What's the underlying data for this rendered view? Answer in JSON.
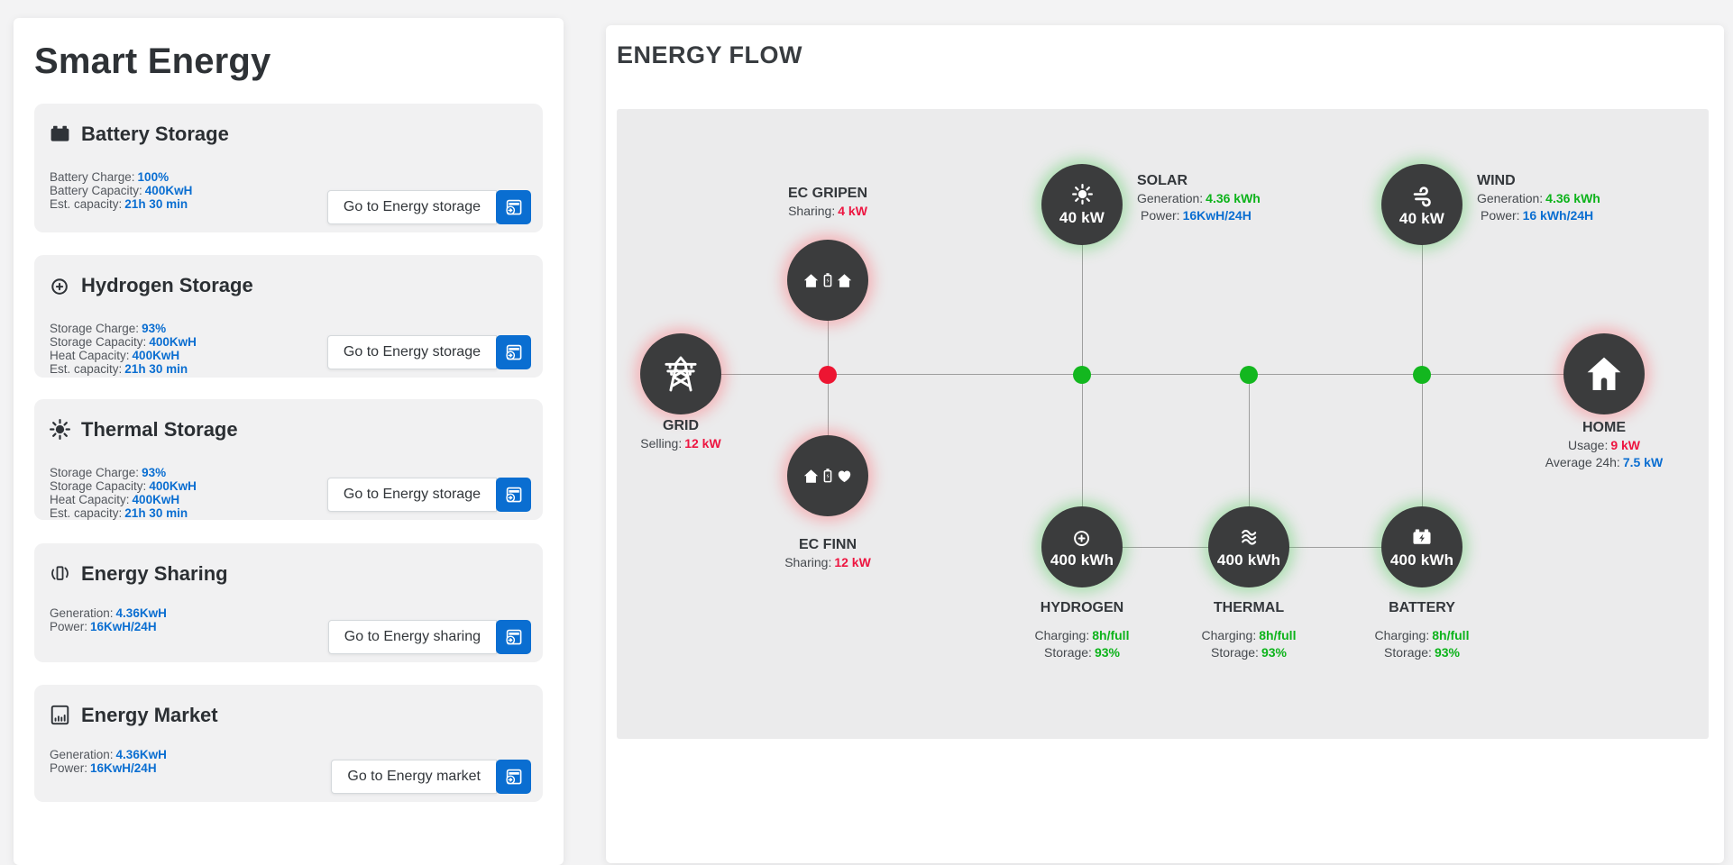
{
  "app": {
    "title": "Smart Energy"
  },
  "sidebar": {
    "cards": [
      {
        "title": "Battery Storage",
        "icon": "battery-bolt-icon",
        "button_label": "Go to Energy storage",
        "stats": [
          {
            "label": "Battery Charge:",
            "value": "100%"
          },
          {
            "label": "Battery Capacity:",
            "value": "400KwH"
          },
          {
            "label": "Est. capacity:",
            "value": "21h 30 min"
          }
        ]
      },
      {
        "title": "Hydrogen Storage",
        "icon": "hydrogen-atom-icon",
        "button_label": "Go to Energy storage",
        "stats": [
          {
            "label": "Storage Charge:",
            "value": "93%"
          },
          {
            "label": "Storage Capacity:",
            "value": "400KwH"
          },
          {
            "label": "Heat Capacity:",
            "value": "400KwH"
          },
          {
            "label": "Est. capacity:",
            "value": "21h 30 min"
          }
        ]
      },
      {
        "title": "Thermal Storage",
        "icon": "sun-icon",
        "button_label": "Go to Energy storage",
        "stats": [
          {
            "label": "Storage Charge:",
            "value": "93%"
          },
          {
            "label": "Storage Capacity:",
            "value": "400KwH"
          },
          {
            "label": "Heat Capacity:",
            "value": "400KwH"
          },
          {
            "label": "Est. capacity:",
            "value": "21h 30 min"
          }
        ]
      },
      {
        "title": "Energy Sharing",
        "icon": "battery-cycle-icon",
        "button_label": "Go to Energy sharing",
        "stats": [
          {
            "label": "Generation:",
            "value": "4.36KwH"
          },
          {
            "label": "Power:",
            "value": "16KwH/24H"
          }
        ]
      },
      {
        "title": "Energy Market",
        "icon": "market-document-icon",
        "button_label": "Go to Energy market",
        "stats": [
          {
            "label": "Generation:",
            "value": "4.36KwH"
          },
          {
            "label": "Power:",
            "value": "16KwH/24H"
          }
        ]
      }
    ]
  },
  "flow": {
    "title": "ENERGY FLOW",
    "nodes": {
      "grid": {
        "name": "GRID",
        "stats": [
          {
            "label": "Selling:",
            "value": "12 kW"
          }
        ]
      },
      "ec_gripen": {
        "name": "EC GRIPEN",
        "stats": [
          {
            "label": "Sharing:",
            "value": "4 kW"
          }
        ]
      },
      "ec_finn": {
        "name": "EC FINN",
        "stats": [
          {
            "label": "Sharing:",
            "value": "12 kW"
          }
        ]
      },
      "solar": {
        "name": "SOLAR",
        "badge": "40 kW",
        "stats": [
          {
            "label": "Generation:",
            "value": "4.36 kWh"
          },
          {
            "label": "Power:",
            "value": "16KwH/24H"
          }
        ]
      },
      "wind": {
        "name": "WIND",
        "badge": "40 kW",
        "stats": [
          {
            "label": "Generation:",
            "value": "4.36 kWh"
          },
          {
            "label": "Power:",
            "value": "16 kWh/24H"
          }
        ]
      },
      "home": {
        "name": "HOME",
        "stats": [
          {
            "label": "Usage:",
            "value": "9 kW"
          },
          {
            "label": "Average 24h:",
            "value": "7.5 kW"
          }
        ]
      },
      "hydrogen": {
        "name": "HYDROGEN",
        "badge": "400 kWh",
        "stats": [
          {
            "label": "Charging:",
            "value": "8h/full"
          },
          {
            "label": "Storage:",
            "value": "93%"
          }
        ]
      },
      "thermal": {
        "name": "THERMAL",
        "badge": "400 kWh",
        "stats": [
          {
            "label": "Charging:",
            "value": "8h/full"
          },
          {
            "label": "Storage:",
            "value": "93%"
          }
        ]
      },
      "battery": {
        "name": "BATTERY",
        "badge": "400 kWh",
        "stats": [
          {
            "label": "Charging:",
            "value": "8h/full"
          },
          {
            "label": "Storage:",
            "value": "93%"
          }
        ]
      }
    }
  },
  "colors": {
    "accent": "#0a6ed1",
    "green": "#0db31b",
    "red": "#ed1540",
    "node_bg": "#3b3c3d"
  }
}
